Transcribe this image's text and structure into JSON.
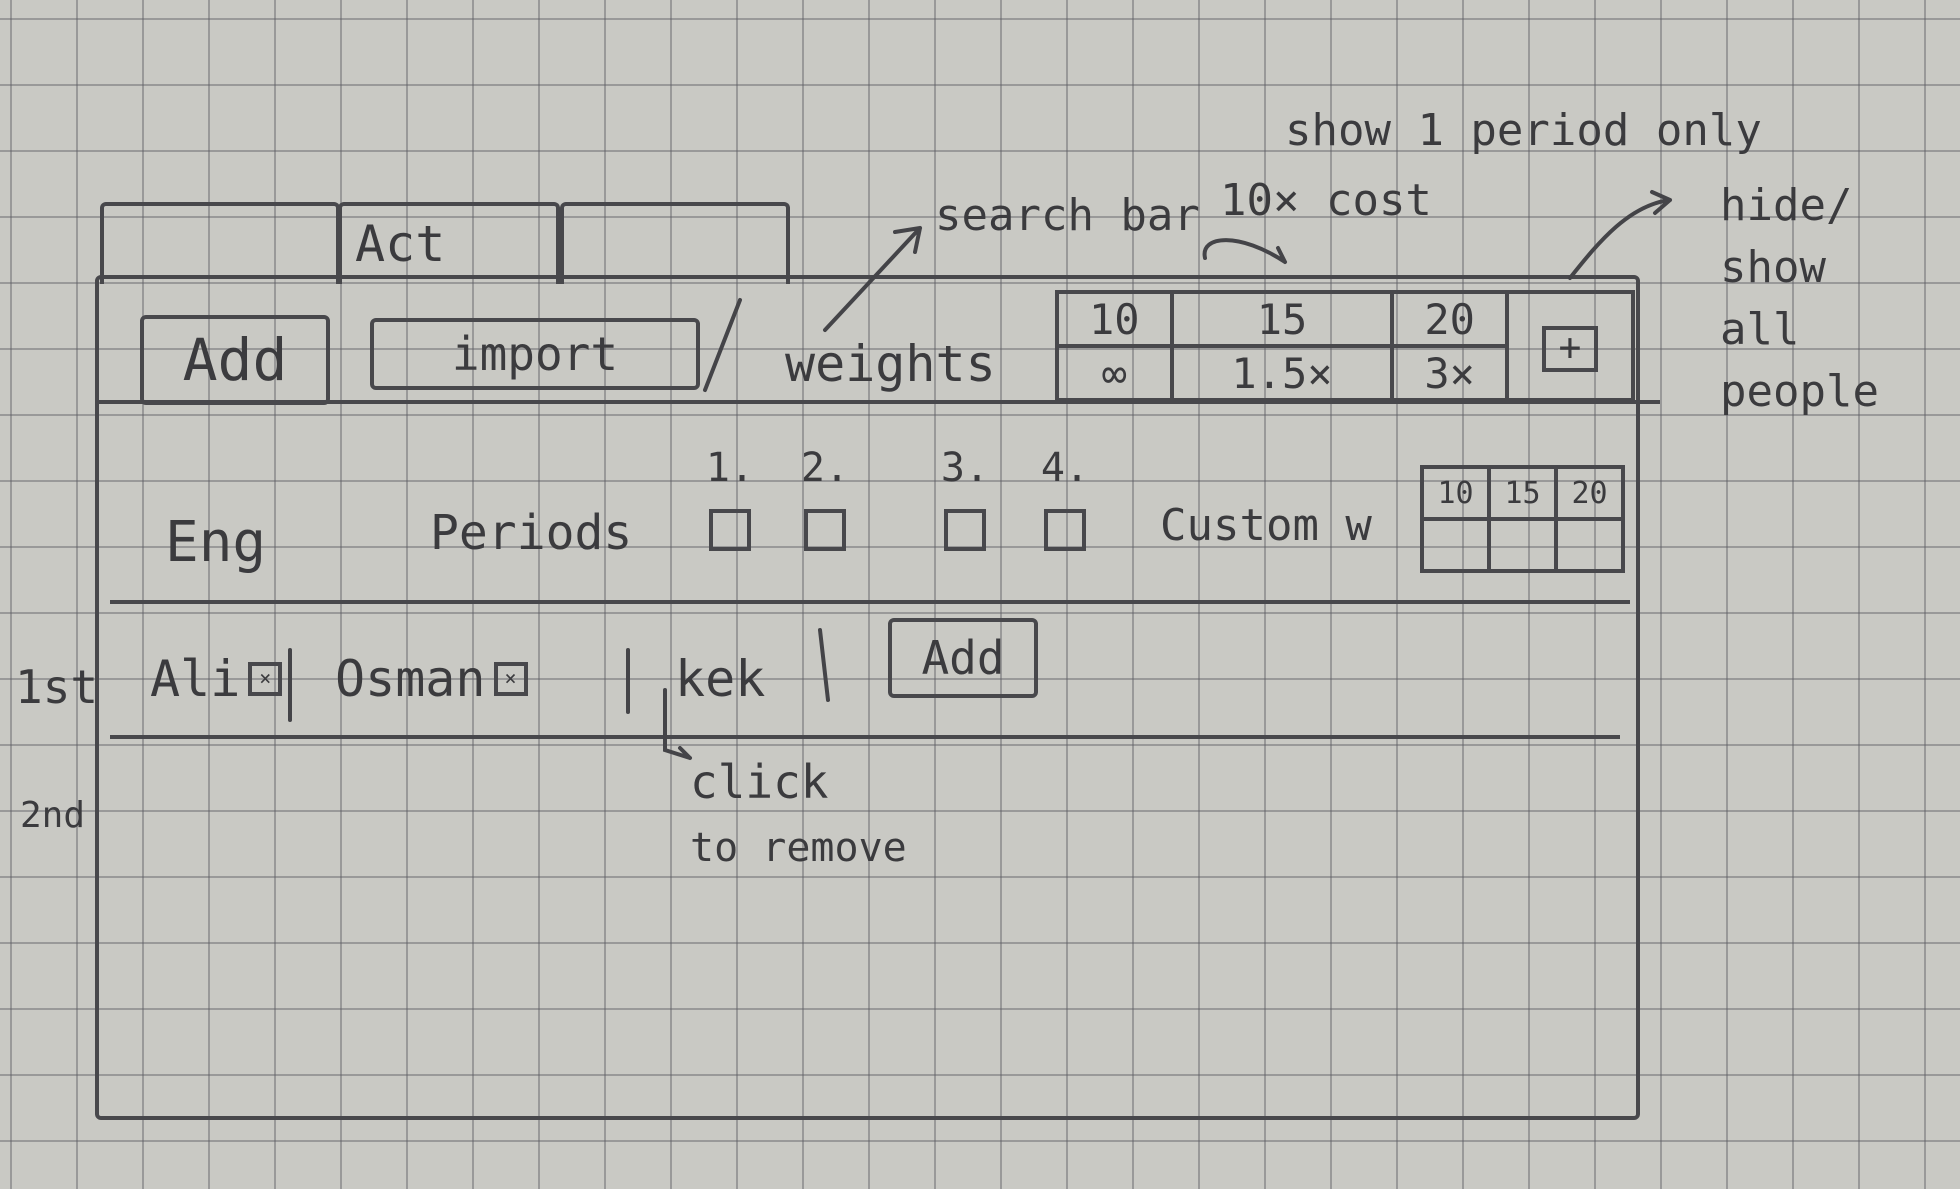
{
  "tabs": [
    "",
    "Act",
    ""
  ],
  "toolbar": {
    "add_label": "Add",
    "import_label": "import",
    "weights_label": "weights"
  },
  "weights": {
    "top": [
      "10",
      "15",
      "20"
    ],
    "bottom": [
      "∞",
      "1.5×",
      "3×"
    ],
    "plus_label": "+"
  },
  "annotations": {
    "search": "search bar",
    "show_period": "show 1 period only",
    "cost": "10× cost",
    "hide_show": "hide/ show all people",
    "click": "click",
    "remove": "to remove"
  },
  "group": {
    "name": "Eng",
    "periods_label": "Periods",
    "periods": [
      "1.",
      "2.",
      "3.",
      "4."
    ],
    "custom_w_label": "Custom w",
    "custom_w": [
      "10",
      "15",
      "20"
    ]
  },
  "rows": {
    "first_label": "1st",
    "second_label": "2nd",
    "people": [
      "Ali",
      "Osman",
      "kek"
    ],
    "add_label": "Add"
  },
  "icons": {
    "remove": "close-box-icon",
    "plus": "plus-icon"
  }
}
